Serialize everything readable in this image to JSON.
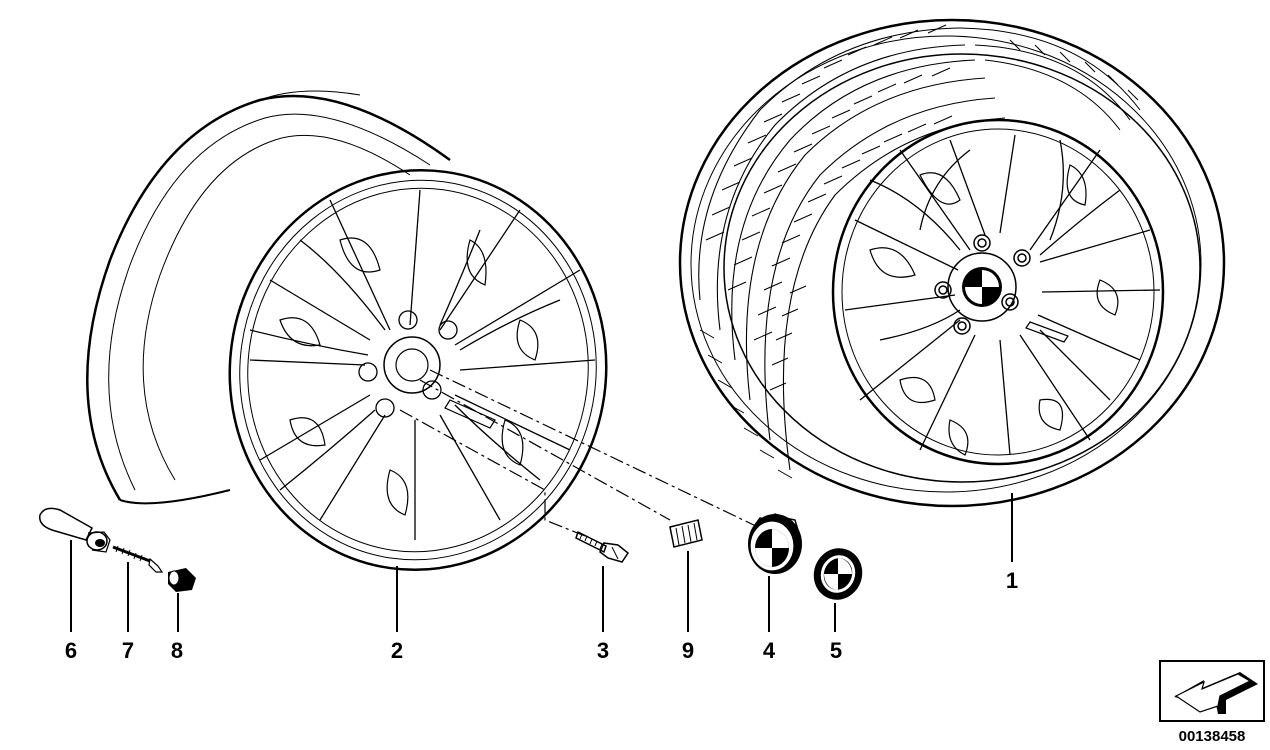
{
  "callouts": [
    {
      "id": "1",
      "label": "1"
    },
    {
      "id": "2",
      "label": "2"
    },
    {
      "id": "3",
      "label": "3"
    },
    {
      "id": "4",
      "label": "4"
    },
    {
      "id": "5",
      "label": "5"
    },
    {
      "id": "6",
      "label": "6"
    },
    {
      "id": "7",
      "label": "7"
    },
    {
      "id": "8",
      "label": "8"
    },
    {
      "id": "9",
      "label": "9"
    }
  ],
  "diagram_code": "00138458",
  "colors": {
    "line": "#000000",
    "background": "#ffffff",
    "tire_fill": "#ffffff"
  }
}
